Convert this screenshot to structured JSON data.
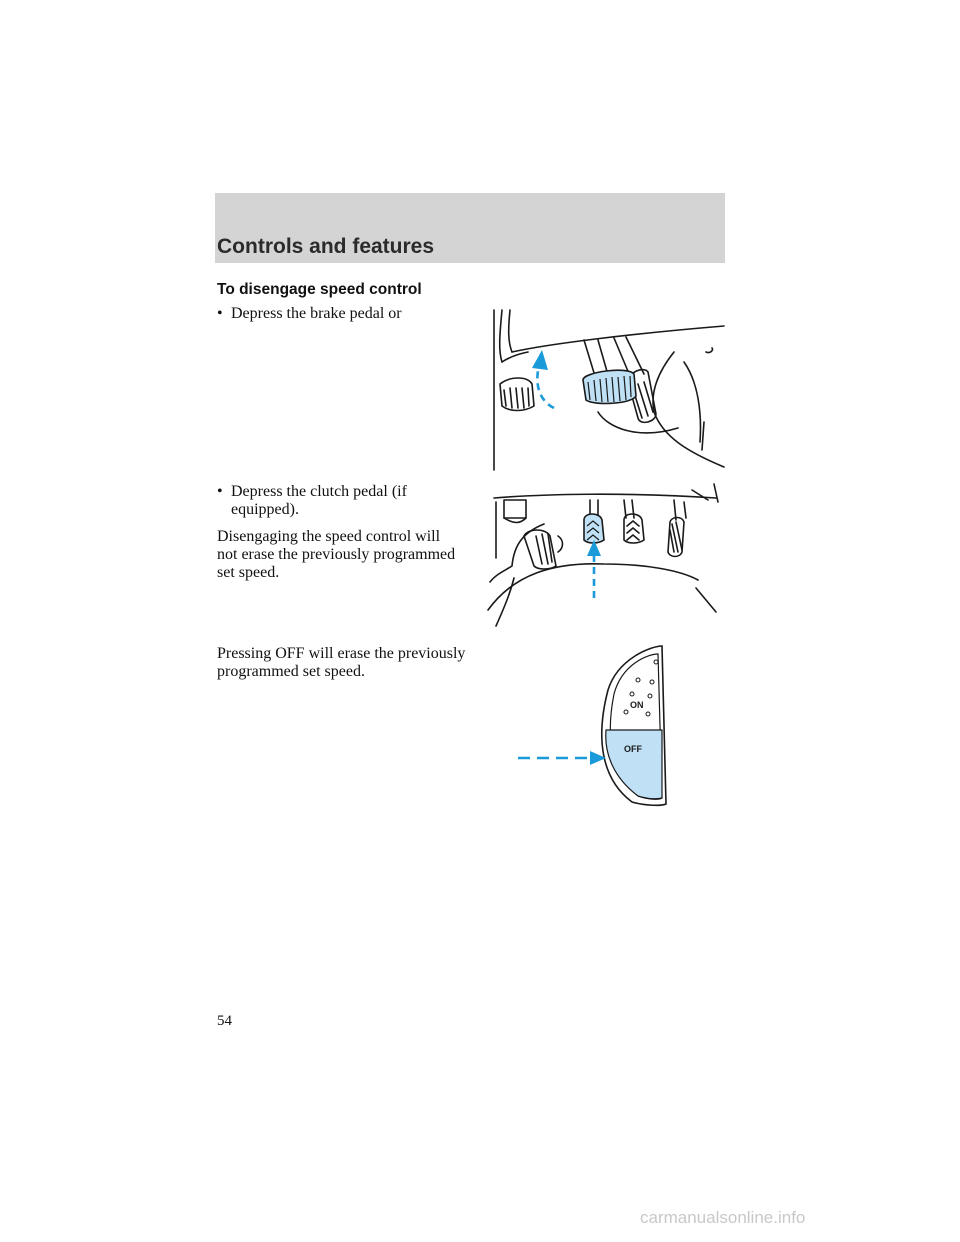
{
  "header": {
    "section_title": "Controls and features"
  },
  "content": {
    "heading": "To disengage speed control",
    "bullets": [
      "Depress the brake pedal or",
      "Depress the clutch pedal (if equipped)."
    ],
    "bullet_glyph": "•",
    "para1": "Disengaging the speed control will not erase the previously programmed set speed.",
    "para2": "Pressing OFF will erase the previously programmed set speed."
  },
  "illustrations": {
    "switch_on_label": "ON",
    "switch_off_label": "OFF",
    "accent_color": "#1a9ad8",
    "highlight_fill": "#bfe0f5"
  },
  "footer": {
    "page_number": "54",
    "watermark": "carmanualsonline.info"
  }
}
